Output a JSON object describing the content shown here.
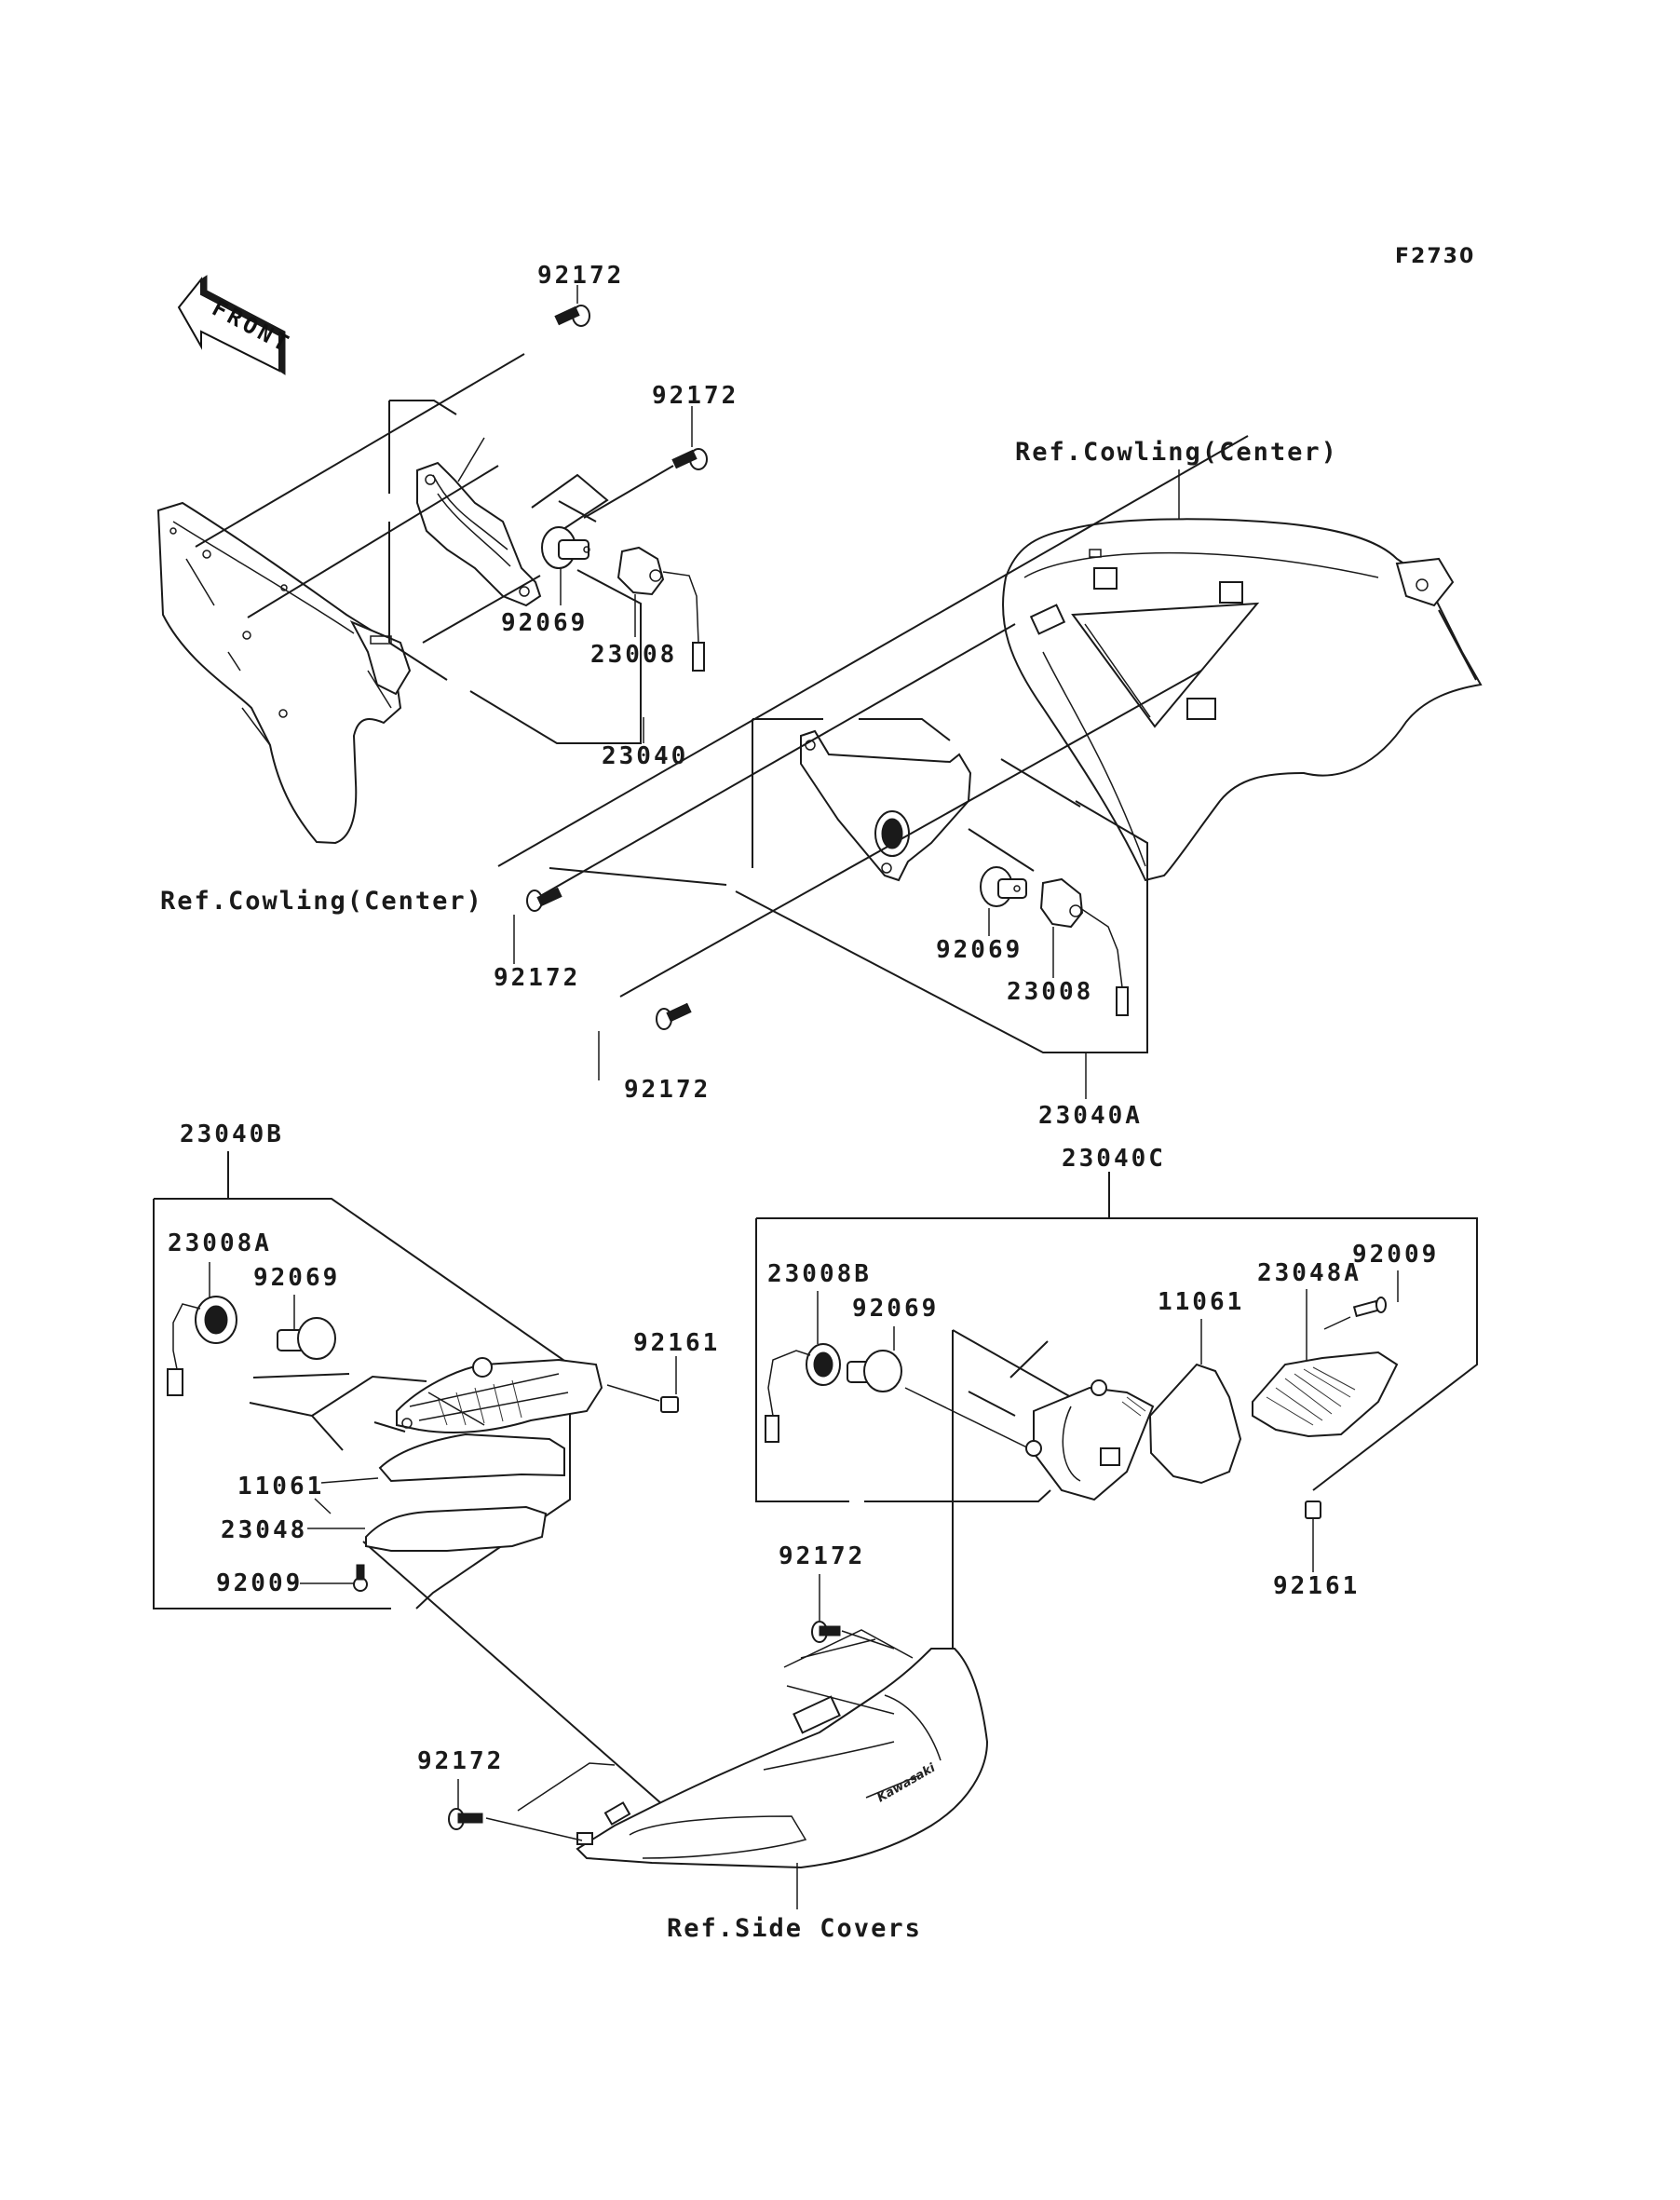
{
  "diagram": {
    "figure_code": "F2730",
    "orientation_arrow": {
      "label": "FRONT",
      "icon": "front-arrow-icon"
    },
    "references": [
      {
        "id": "ref-cowling-center-top",
        "text": "Ref.Cowling(Center)"
      },
      {
        "id": "ref-cowling-center-left",
        "text": "Ref.Cowling(Center)"
      },
      {
        "id": "ref-side-covers",
        "text": "Ref.Side Covers"
      }
    ],
    "assemblies": {
      "front_left": {
        "assembly_no": "23040",
        "parts": [
          {
            "no": "92172",
            "desc": "screw"
          },
          {
            "no": "92172",
            "desc": "screw"
          },
          {
            "no": "92069",
            "desc": "bulb"
          },
          {
            "no": "23008",
            "desc": "socket"
          }
        ]
      },
      "front_right": {
        "assembly_no": "23040A",
        "parts": [
          {
            "no": "92172",
            "desc": "screw"
          },
          {
            "no": "92172",
            "desc": "screw"
          },
          {
            "no": "92069",
            "desc": "bulb"
          },
          {
            "no": "23008",
            "desc": "socket"
          }
        ]
      },
      "rear_left": {
        "assembly_no": "23040B",
        "parts": [
          {
            "no": "23008A",
            "desc": "socket"
          },
          {
            "no": "92069",
            "desc": "bulb"
          },
          {
            "no": "92161",
            "desc": "damper"
          },
          {
            "no": "11061",
            "desc": "gasket"
          },
          {
            "no": "23048",
            "desc": "lens"
          },
          {
            "no": "92009",
            "desc": "screw"
          }
        ]
      },
      "rear_right": {
        "assembly_no": "23040C",
        "parts": [
          {
            "no": "23008B",
            "desc": "socket"
          },
          {
            "no": "92069",
            "desc": "bulb"
          },
          {
            "no": "11061",
            "desc": "gasket"
          },
          {
            "no": "23048A",
            "desc": "lens"
          },
          {
            "no": "92009",
            "desc": "screw"
          },
          {
            "no": "92161",
            "desc": "damper"
          }
        ]
      },
      "rear_mount": {
        "parts": [
          {
            "no": "92172",
            "desc": "screw"
          },
          {
            "no": "92172",
            "desc": "screw"
          }
        ]
      }
    }
  }
}
